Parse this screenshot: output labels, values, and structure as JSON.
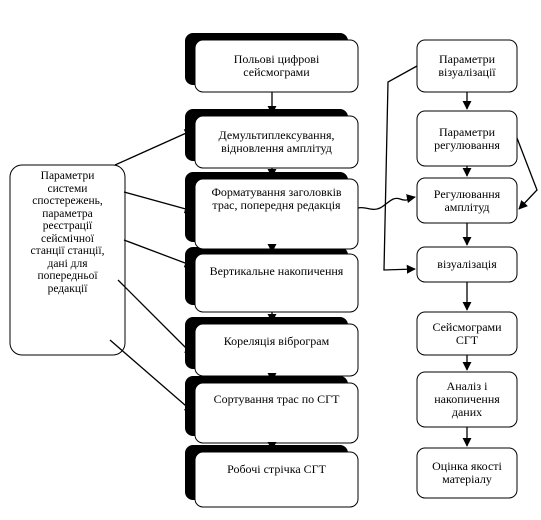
{
  "nodes": {
    "field": "Польові цифрові\nсейсмограми",
    "demux": "Демультиплексування,\nвідновлення амплітуд",
    "format": "Форматування заголовків\nтрас, попередня редакція",
    "vertical": "Вертикальне накопичення",
    "correlation": "Кореляція віброграм",
    "sorting": "Сортування трас по СГТ",
    "work_tape": "Робочі стрічка СГТ",
    "params": "Параметри\nсистеми\nспостережень,\nпараметра\nреєстрації\nсейсмічної\nстанції станції,\nдані для\nпопередньої\nредакції",
    "vis_params": "Параметри\nвізуалізації",
    "reg_params": "Параметри\nрегулювання",
    "amp_reg": "Регулювання\nамплітуд",
    "visualization": "візуалізація",
    "seismograms": "Сейсмограми\nСГТ",
    "analysis": "Аналіз і\nнакопичення\nданих",
    "quality": "Оцінка якості\nматеріалу"
  },
  "colors": {
    "box_fill": "#ffffff",
    "shadow": "#000000",
    "stroke": "#000000"
  }
}
